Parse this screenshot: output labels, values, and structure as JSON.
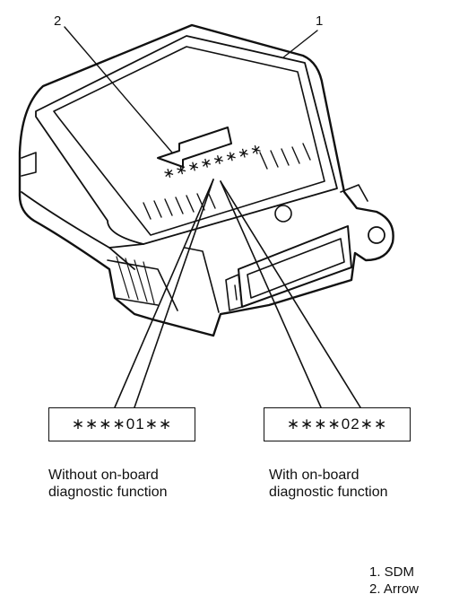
{
  "callouts": {
    "sdm_number": "1",
    "arrow_number": "2"
  },
  "codes": {
    "without_obd": "∗∗∗∗01∗∗",
    "with_obd": "∗∗∗∗02∗∗"
  },
  "captions": {
    "without_obd_line1": "Without on-board",
    "without_obd_line2": "diagnostic function",
    "with_obd_line1": "With on-board",
    "with_obd_line2": "diagnostic function"
  },
  "part_label_stars": "∗∗∗∗∗∗∗∗",
  "legend": {
    "item1": "1.  SDM",
    "item2": "2.  Arrow"
  },
  "colors": {
    "ink": "#111111",
    "paper": "#ffffff"
  }
}
